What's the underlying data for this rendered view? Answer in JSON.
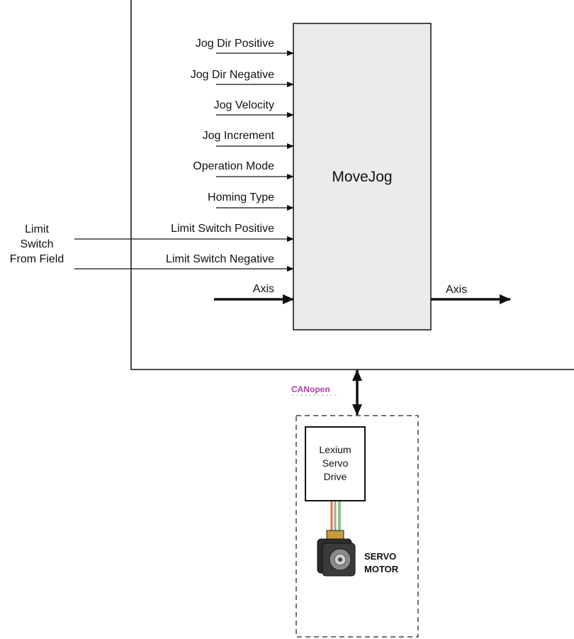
{
  "block": {
    "title": "MoveJog",
    "inputs": [
      "Jog Dir Positive",
      "Jog Dir Negative",
      "Jog Velocity",
      "Jog Increment",
      "Operation Mode",
      "Homing Type",
      "Limit Switch Positive",
      "Limit Switch Negative"
    ],
    "axis_in": "Axis",
    "axis_out": "Axis"
  },
  "field": {
    "label_lines": [
      "Limit",
      "Switch",
      "From Field"
    ]
  },
  "bus": {
    "label": "CANopen",
    "color": "#b63fb3"
  },
  "drive": {
    "label_lines": [
      "Lexium",
      "Servo",
      "Drive"
    ]
  },
  "motor": {
    "label_lines": [
      "SERVO",
      "MOTOR"
    ]
  }
}
